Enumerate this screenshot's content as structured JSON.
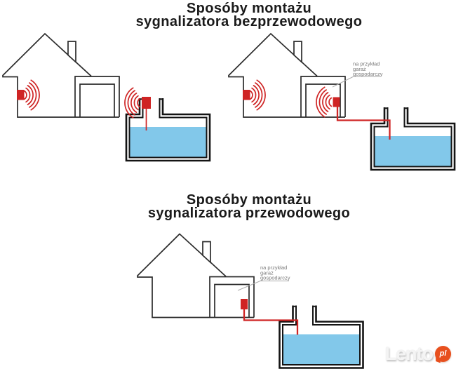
{
  "colors": {
    "accent_red": "#cf2424",
    "water_blue": "#82c8ea",
    "house_outline": "#2b2b2b",
    "tank_outline": "#141414",
    "label_gray": "#7a7a7a",
    "leader_gray": "#ababab",
    "logo_badge_orange": "#e8501e",
    "logo_text_gray": "#f4f4f4"
  },
  "titles": {
    "wireless": {
      "line1": "Sposóby montażu",
      "line2": "sygnalizatora bezprzewodowego"
    },
    "wired": {
      "line1": "Sposóby montażu",
      "line2": "sygnalizatora przewodowego"
    }
  },
  "labels": {
    "garage_note_wireless": {
      "line1": "na przykład",
      "line2": "garaż",
      "line3": "gospodarczy"
    },
    "garage_note_wired": {
      "line1": "na przykład",
      "line2": "garaż",
      "line3": "gospodarczy"
    }
  },
  "watermark": {
    "brand": "Lento",
    "badge": "pl"
  }
}
